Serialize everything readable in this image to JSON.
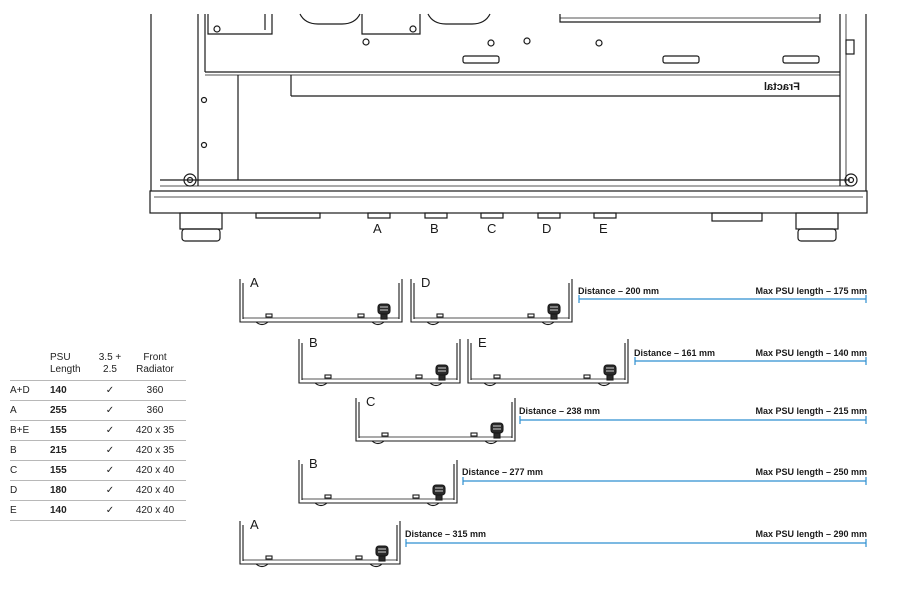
{
  "case_diagram": {
    "brand_mark": "Fractal",
    "position_labels": [
      "A",
      "B",
      "C",
      "D",
      "E"
    ]
  },
  "mount_rows": [
    {
      "brackets": [
        "A",
        "D"
      ],
      "distance": "Distance – 200 mm",
      "max_psu": "Max PSU length – 175 mm"
    },
    {
      "brackets": [
        "B",
        "E"
      ],
      "distance": "Distance – 161 mm",
      "max_psu": "Max PSU length – 140 mm"
    },
    {
      "brackets": [
        "C"
      ],
      "distance": "Distance – 238 mm",
      "max_psu": "Max PSU length – 215 mm"
    },
    {
      "brackets": [
        "B"
      ],
      "distance": "Distance – 277 mm",
      "max_psu": "Max PSU length – 250 mm"
    },
    {
      "brackets": [
        "A"
      ],
      "distance": "Distance – 315 mm",
      "max_psu": "Max PSU length – 290 mm"
    }
  ],
  "table": {
    "headers": {
      "psu_length": [
        "PSU",
        "Length"
      ],
      "drive": [
        "3.5 +",
        "2.5"
      ],
      "radiator": [
        "Front",
        "Radiator"
      ]
    },
    "rows": [
      {
        "pos": "A+D",
        "length": "140",
        "check": "✓",
        "radiator": "360"
      },
      {
        "pos": "A",
        "length": "255",
        "check": "✓",
        "radiator": "360"
      },
      {
        "pos": "B+E",
        "length": "155",
        "check": "✓",
        "radiator": "420 x 35"
      },
      {
        "pos": "B",
        "length": "215",
        "check": "✓",
        "radiator": "420 x 35"
      },
      {
        "pos": "C",
        "length": "155",
        "check": "✓",
        "radiator": "420 x 40"
      },
      {
        "pos": "D",
        "length": "180",
        "check": "✓",
        "radiator": "420 x 40"
      },
      {
        "pos": "E",
        "length": "140",
        "check": "✓",
        "radiator": "420 x 40"
      }
    ]
  },
  "colors": {
    "dimension_line": "#2f8fd0",
    "line_art": "#1a1a1a"
  }
}
